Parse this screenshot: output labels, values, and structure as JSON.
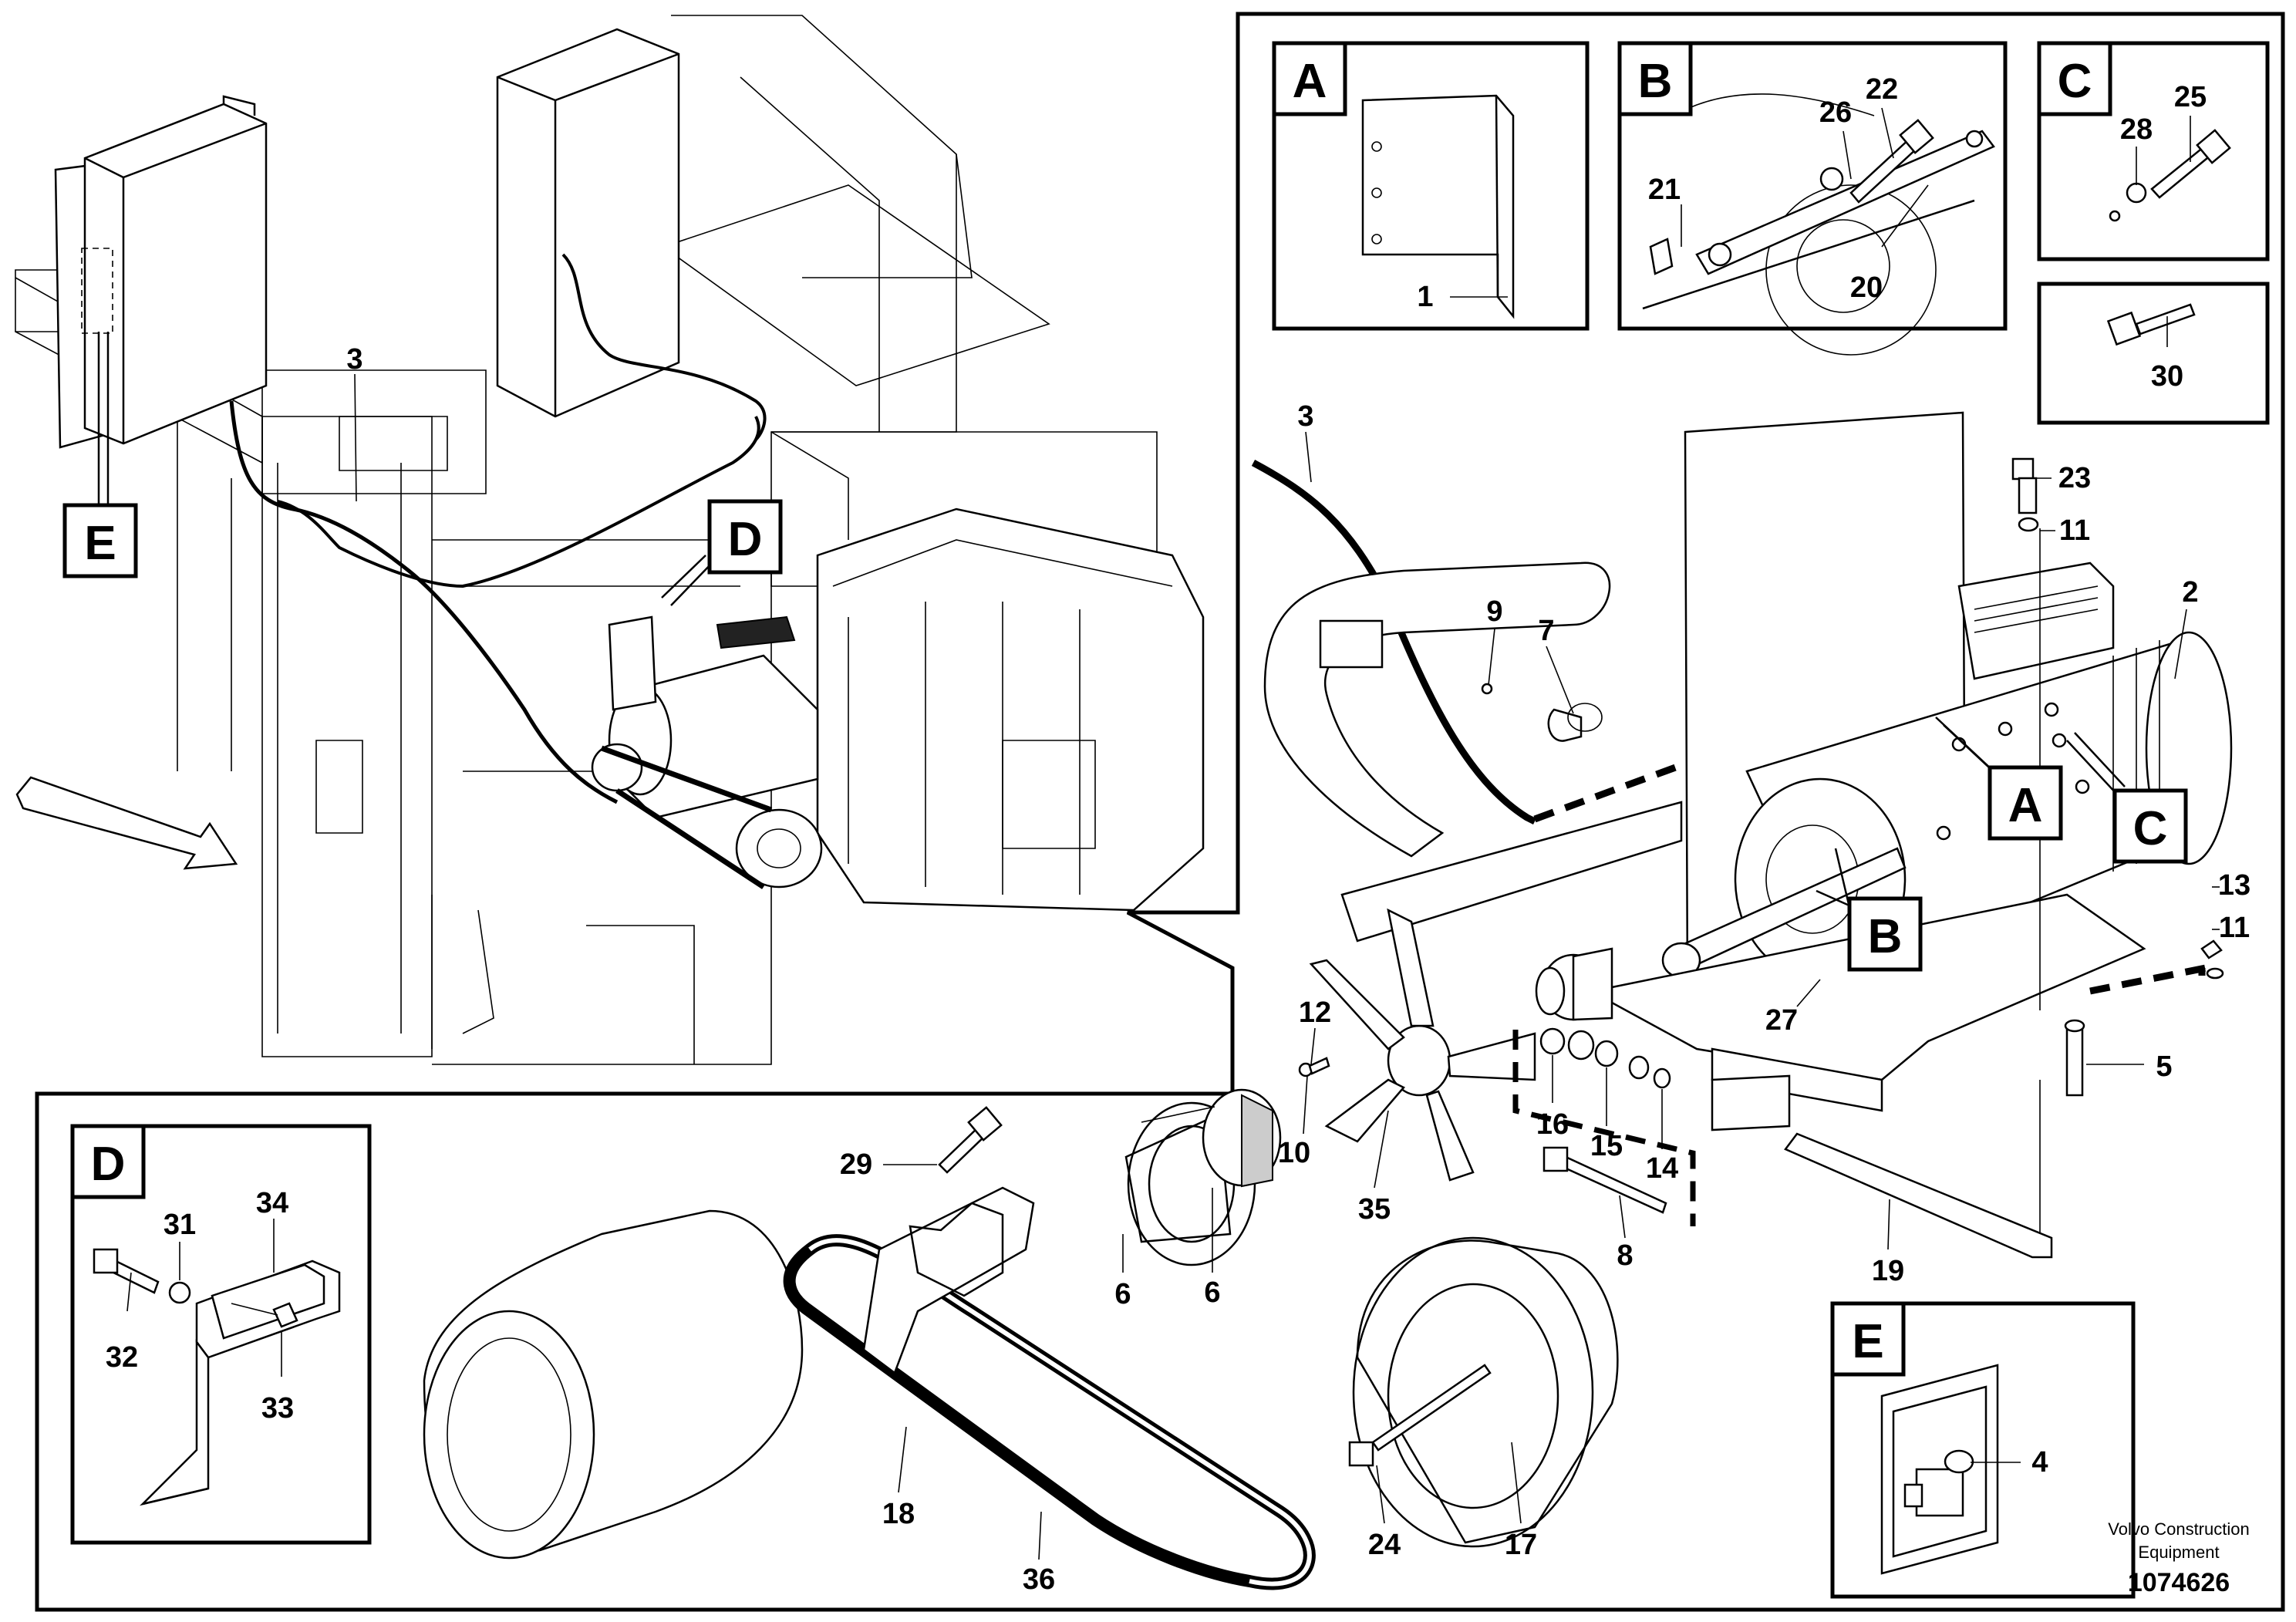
{
  "detail_boxes": {
    "A": {
      "letter": "A",
      "parts": [
        "1"
      ]
    },
    "B": {
      "letter": "B",
      "parts": [
        "21",
        "26",
        "22",
        "20"
      ]
    },
    "C": {
      "letter": "C",
      "parts": [
        "28",
        "25"
      ]
    },
    "bolt": {
      "parts": [
        "30"
      ]
    },
    "D": {
      "letter": "D",
      "parts": [
        "31",
        "34",
        "32",
        "33"
      ]
    },
    "E": {
      "letter": "E",
      "parts": [
        "4"
      ]
    }
  },
  "callouts": {
    "A": "A",
    "B": "B",
    "C": "C",
    "D": "D",
    "E": "E"
  },
  "part_labels": {
    "p1": "1",
    "p2": "2",
    "p3_overview": "3",
    "p3_detail": "3",
    "p4": "4",
    "p5": "5",
    "p6_left": "6",
    "p6_right": "6",
    "p7": "7",
    "p8": "8",
    "p9": "9",
    "p10": "10",
    "p11_top": "11",
    "p11_right": "11",
    "p12": "12",
    "p13": "13",
    "p14": "14",
    "p15": "15",
    "p16": "16",
    "p17": "17",
    "p18": "18",
    "p19": "19",
    "p20": "20",
    "p21": "21",
    "p22": "22",
    "p23": "23",
    "p24": "24",
    "p25": "25",
    "p26": "26",
    "p27": "27",
    "p28": "28",
    "p29": "29",
    "p30": "30",
    "p31": "31",
    "p32": "32",
    "p33": "33",
    "p34": "34",
    "p35": "35",
    "p36": "36"
  },
  "footer": {
    "credit_line1": "Volvo Construction",
    "credit_line2": "Equipment",
    "document_number": "1074626"
  }
}
